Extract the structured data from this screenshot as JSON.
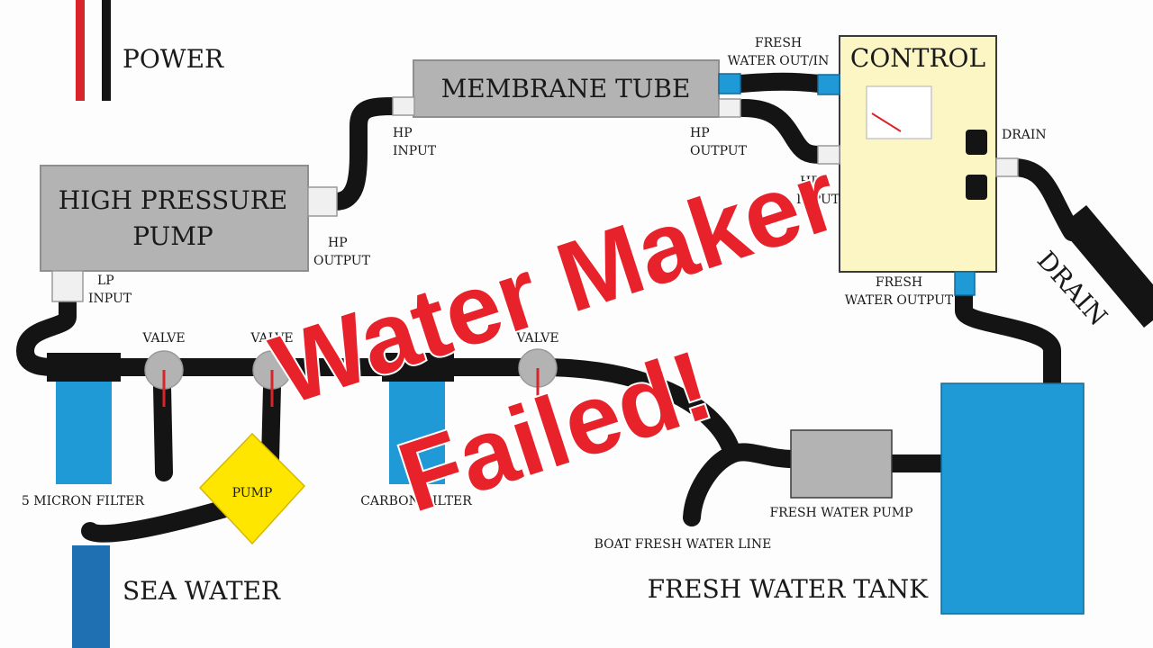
{
  "legend": {
    "label": "POWER"
  },
  "components": {
    "membrane_tube": "MEMBRANE TUBE",
    "control": "CONTROL",
    "high_pressure_pump_line1": "HIGH PRESSURE",
    "high_pressure_pump_line2": "PUMP",
    "pump": "PUMP",
    "five_micron_filter": "5 MICRON FILTER",
    "carbon_filter": "CARBON FILTER",
    "fresh_water_pump": "FRESH WATER PUMP",
    "fresh_water_tank": "FRESH WATER TANK",
    "sea_water": "SEA WATER",
    "drain_hose": "DRAIN",
    "boat_fresh_water_line": "BOAT FRESH WATER LINE"
  },
  "ports": {
    "fresh_water_out_in_line1": "FRESH",
    "fresh_water_out_in_line2": "WATER OUT/IN",
    "membrane_hp_input_line1": "HP",
    "membrane_hp_input_line2": "INPUT",
    "membrane_hp_output_line1": "HP",
    "membrane_hp_output_line2": "OUTPUT",
    "control_hp_input_line1": "HP",
    "control_hp_input_line2": "INPUT",
    "control_drain": "DRAIN",
    "pump_hp_output_line1": "HP",
    "pump_hp_output_line2": "OUTPUT",
    "pump_lp_input_line1": "LP",
    "pump_lp_input_line2": "INPUT",
    "control_fresh_water_output_line1": "FRESH",
    "control_fresh_water_output_line2": "WATER OUTPUT",
    "valve_1": "VALVE",
    "valve_2": "VALVE",
    "valve_3": "VALVE"
  },
  "overlay": {
    "line1": "Water Maker",
    "line2": "Failed!"
  },
  "colors": {
    "water_blue": "#1f9ad6",
    "control_box": "#fbf6c4",
    "pump_yellow": "#ffe600",
    "component_gray": "#b3b3b3",
    "overlay_red": "#e8222a",
    "power_red": "#d9242b"
  }
}
